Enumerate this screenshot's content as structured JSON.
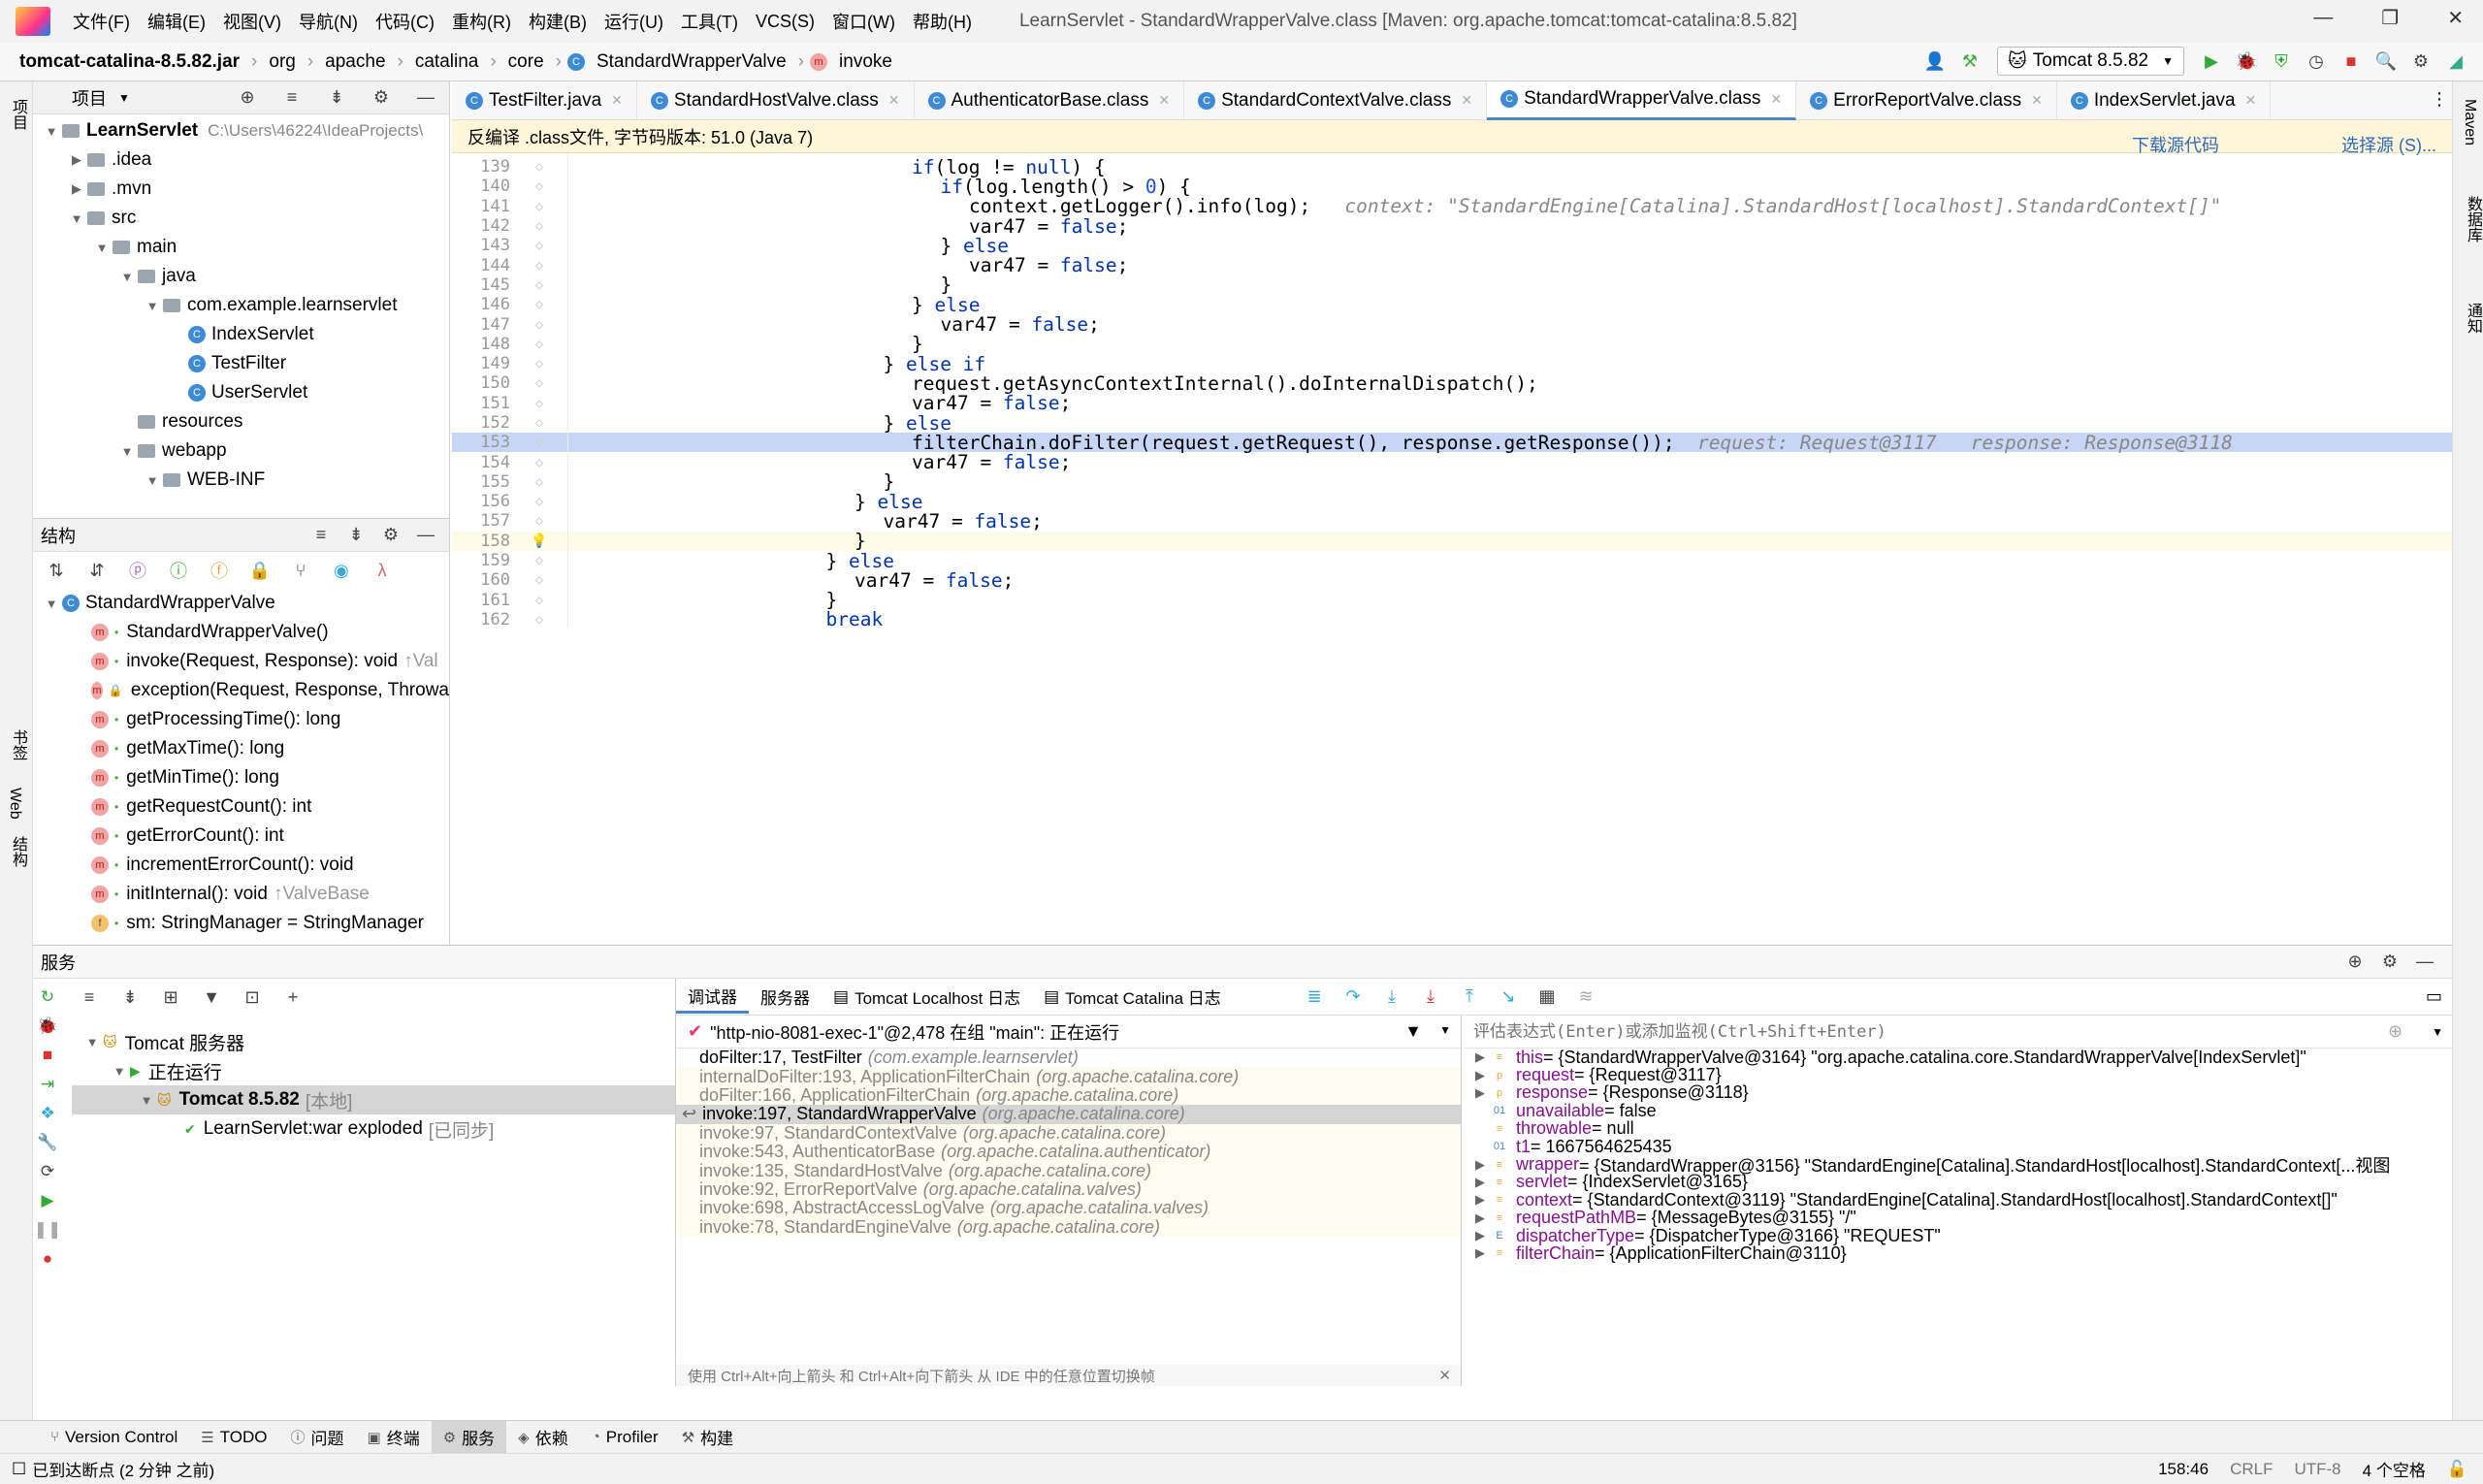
{
  "menu": [
    "文件(F)",
    "编辑(E)",
    "视图(V)",
    "导航(N)",
    "代码(C)",
    "重构(R)",
    "构建(B)",
    "运行(U)",
    "工具(T)",
    "VCS(S)",
    "窗口(W)",
    "帮助(H)"
  ],
  "window_title": "LearnServlet - StandardWrapperValve.class [Maven: org.apache.tomcat:tomcat-catalina:8.5.82]",
  "breadcrumb": [
    "tomcat-catalina-8.5.82.jar",
    "org",
    "apache",
    "catalina",
    "core",
    "StandardWrapperValve",
    "invoke"
  ],
  "run_config": "Tomcat 8.5.82",
  "project_panel": {
    "title": "项目",
    "rows": [
      {
        "indent": 0,
        "arrow": "▼",
        "label": "LearnServlet",
        "extra": "C:\\Users\\46224\\IdeaProjects\\",
        "bold": true,
        "icon": "folder"
      },
      {
        "indent": 1,
        "arrow": "▶",
        "label": ".idea",
        "icon": "folder"
      },
      {
        "indent": 1,
        "arrow": "▶",
        "label": ".mvn",
        "icon": "folder"
      },
      {
        "indent": 1,
        "arrow": "▼",
        "label": "src",
        "icon": "folder"
      },
      {
        "indent": 2,
        "arrow": "▼",
        "label": "main",
        "icon": "folder"
      },
      {
        "indent": 3,
        "arrow": "▼",
        "label": "java",
        "icon": "folder"
      },
      {
        "indent": 4,
        "arrow": "▼",
        "label": "com.example.learnservlet",
        "icon": "folder"
      },
      {
        "indent": 5,
        "arrow": "",
        "label": "IndexServlet",
        "icon": "class"
      },
      {
        "indent": 5,
        "arrow": "",
        "label": "TestFilter",
        "icon": "class"
      },
      {
        "indent": 5,
        "arrow": "",
        "label": "UserServlet",
        "icon": "class"
      },
      {
        "indent": 3,
        "arrow": "",
        "label": "resources",
        "icon": "folder"
      },
      {
        "indent": 3,
        "arrow": "▼",
        "label": "webapp",
        "icon": "folder"
      },
      {
        "indent": 4,
        "arrow": "▼",
        "label": "WEB-INF",
        "icon": "folder"
      }
    ]
  },
  "structure_panel": {
    "title": "结构",
    "root": "StandardWrapperValve",
    "items": [
      {
        "name": "StandardWrapperValve()",
        "extra": ""
      },
      {
        "name": "invoke(Request, Response): void",
        "extra": "↑Val"
      },
      {
        "name": "exception(Request, Response, Throwa",
        "extra": ""
      },
      {
        "name": "getProcessingTime(): long",
        "extra": ""
      },
      {
        "name": "getMaxTime(): long",
        "extra": ""
      },
      {
        "name": "getMinTime(): long",
        "extra": ""
      },
      {
        "name": "getRequestCount(): int",
        "extra": ""
      },
      {
        "name": "getErrorCount(): int",
        "extra": ""
      },
      {
        "name": "incrementErrorCount(): void",
        "extra": ""
      },
      {
        "name": "initInternal(): void",
        "extra": "↑ValveBase"
      },
      {
        "name": "sm: StringManager = StringManager",
        "extra": ""
      }
    ]
  },
  "editor_tabs": [
    {
      "label": "TestFilter.java",
      "active": false
    },
    {
      "label": "StandardHostValve.class",
      "active": false
    },
    {
      "label": "AuthenticatorBase.class",
      "active": false
    },
    {
      "label": "StandardContextValve.class",
      "active": false
    },
    {
      "label": "StandardWrapperValve.class",
      "active": true
    },
    {
      "label": "ErrorReportValve.class",
      "active": false
    },
    {
      "label": "IndexServlet.java",
      "active": false
    }
  ],
  "decompile_banner": {
    "text": "反编译 .class文件, 字节码版本: 51.0 (Java 7)",
    "download": "下载源代码",
    "choose": "选择源 (S)..."
  },
  "code_lines": [
    {
      "n": "139",
      "indent": 12,
      "tokens": [
        [
          "kw",
          "if"
        ],
        [
          "",
          "(log != "
        ],
        [
          "kw",
          "null"
        ],
        [
          "",
          ") {"
        ]
      ]
    },
    {
      "n": "140",
      "indent": 13,
      "tokens": [
        [
          "kw",
          "if"
        ],
        [
          "",
          "(log.length() > "
        ],
        [
          "num",
          "0"
        ],
        [
          "",
          ") {"
        ]
      ]
    },
    {
      "n": "141",
      "indent": 14,
      "tokens": [
        [
          "",
          "context.getLogger().info(log);   "
        ],
        [
          "hint",
          "context: \"StandardEngine[Catalina].StandardHost[localhost].StandardContext[]\""
        ]
      ]
    },
    {
      "n": "142",
      "indent": 14,
      "tokens": [
        [
          "",
          "var47 = "
        ],
        [
          "kw",
          "false"
        ],
        [
          "",
          ";"
        ]
      ]
    },
    {
      "n": "143",
      "indent": 13,
      "tokens": [
        [
          "",
          "} "
        ],
        [
          "kw",
          "else"
        ],
        [
          "",
          ""
        ]
      ]
    },
    {
      "n": "144",
      "indent": 14,
      "tokens": [
        [
          "",
          "var47 = "
        ],
        [
          "kw",
          "false"
        ],
        [
          "",
          ";"
        ]
      ]
    },
    {
      "n": "145",
      "indent": 13,
      "tokens": [
        [
          "",
          "}"
        ]
      ]
    },
    {
      "n": "146",
      "indent": 12,
      "tokens": [
        [
          "",
          "} "
        ],
        [
          "kw",
          "else"
        ],
        [
          "",
          ""
        ]
      ]
    },
    {
      "n": "147",
      "indent": 13,
      "tokens": [
        [
          "",
          "var47 = "
        ],
        [
          "kw",
          "false"
        ],
        [
          "",
          ";"
        ]
      ]
    },
    {
      "n": "148",
      "indent": 12,
      "tokens": [
        [
          "",
          "}"
        ]
      ]
    },
    {
      "n": "149",
      "indent": 11,
      "tokens": [
        [
          "",
          "} "
        ],
        [
          "kw",
          "else if"
        ],
        [
          "",
          ""
        ]
      ]
    },
    {
      "n": "150",
      "indent": 12,
      "tokens": [
        [
          "",
          "request.getAsyncContextInternal().doInternalDispatch();"
        ]
      ]
    },
    {
      "n": "151",
      "indent": 12,
      "tokens": [
        [
          "",
          "var47 = "
        ],
        [
          "kw",
          "false"
        ],
        [
          "",
          ";"
        ]
      ]
    },
    {
      "n": "152",
      "indent": 11,
      "tokens": [
        [
          "",
          "} "
        ],
        [
          "kw",
          "else"
        ],
        [
          "",
          ""
        ]
      ]
    },
    {
      "n": "153",
      "indent": 12,
      "hl": true,
      "tokens": [
        [
          "",
          "filterChain.doFilter(request.getRequest(), response.getResponse());  "
        ],
        [
          "hint",
          "request: Request@3117   response: Response@3118"
        ]
      ]
    },
    {
      "n": "154",
      "indent": 12,
      "tokens": [
        [
          "",
          "var47 = "
        ],
        [
          "kw",
          "false"
        ],
        [
          "",
          ";"
        ]
      ]
    },
    {
      "n": "155",
      "indent": 11,
      "tokens": [
        [
          "",
          "}"
        ]
      ]
    },
    {
      "n": "156",
      "indent": 10,
      "tokens": [
        [
          "",
          "} "
        ],
        [
          "kw",
          "else"
        ],
        [
          "",
          ""
        ]
      ]
    },
    {
      "n": "157",
      "indent": 11,
      "tokens": [
        [
          "",
          "var47 = "
        ],
        [
          "kw",
          "false"
        ],
        [
          "",
          ";"
        ]
      ]
    },
    {
      "n": "158",
      "indent": 10,
      "cur": true,
      "tokens": [
        [
          "",
          "}"
        ]
      ]
    },
    {
      "n": "159",
      "indent": 9,
      "tokens": [
        [
          "",
          "} "
        ],
        [
          "kw",
          "else"
        ],
        [
          "",
          ""
        ]
      ]
    },
    {
      "n": "160",
      "indent": 10,
      "tokens": [
        [
          "",
          "var47 = "
        ],
        [
          "kw",
          "false"
        ],
        [
          "",
          ";"
        ]
      ]
    },
    {
      "n": "161",
      "indent": 9,
      "tokens": [
        [
          "",
          "}"
        ]
      ]
    },
    {
      "n": "162",
      "indent": 9,
      "tokens": [
        [
          "kw",
          "break"
        ],
        [
          "",
          ""
        ]
      ]
    }
  ],
  "services": {
    "title": "服务",
    "tree": [
      {
        "indent": 0,
        "arrow": "▼",
        "label": "Tomcat 服务器",
        "extra": ""
      },
      {
        "indent": 1,
        "arrow": "▼",
        "label": "正在运行",
        "extra": ""
      },
      {
        "indent": 2,
        "arrow": "▼",
        "label": "Tomcat 8.5.82",
        "extra": "[本地]",
        "selected": true
      },
      {
        "indent": 3,
        "arrow": "",
        "label": "LearnServlet:war exploded",
        "extra": "[已同步]"
      }
    ]
  },
  "debug_tabs": [
    "调试器",
    "服务器",
    "Tomcat Localhost 日志",
    "Tomcat Catalina 日志"
  ],
  "thread": "\"http-nio-8081-exec-1\"@2,478 在组 \"main\": 正在运行",
  "eval_placeholder": "评估表达式(Enter)或添加监视(Ctrl+Shift+Enter)",
  "frames": [
    {
      "m": "doFilter:17, TestFilter",
      "p": "(com.example.learnservlet)",
      "dim": false
    },
    {
      "m": "internalDoFilter:193, ApplicationFilterChain",
      "p": "(org.apache.catalina.core)",
      "dim": true
    },
    {
      "m": "doFilter:166, ApplicationFilterChain",
      "p": "(org.apache.catalina.core)",
      "dim": true
    },
    {
      "m": "invoke:197, StandardWrapperValve",
      "p": "(org.apache.catalina.core)",
      "sel": true
    },
    {
      "m": "invoke:97, StandardContextValve",
      "p": "(org.apache.catalina.core)",
      "dim": true
    },
    {
      "m": "invoke:543, AuthenticatorBase",
      "p": "(org.apache.catalina.authenticator)",
      "dim": true
    },
    {
      "m": "invoke:135, StandardHostValve",
      "p": "(org.apache.catalina.core)",
      "dim": true
    },
    {
      "m": "invoke:92, ErrorReportValve",
      "p": "(org.apache.catalina.valves)",
      "dim": true
    },
    {
      "m": "invoke:698, AbstractAccessLogValve",
      "p": "(org.apache.catalina.valves)",
      "dim": true
    },
    {
      "m": "invoke:78, StandardEngineValve",
      "p": "(org.apache.catalina.core)",
      "dim": true
    }
  ],
  "frames_hint": "使用 Ctrl+Alt+向上箭头 和 Ctrl+Alt+向下箭头 从 IDE 中的任意位置切换帧",
  "variables": [
    {
      "arrow": "▶",
      "icon": "≡",
      "ic": "#e8a33d",
      "name": "this",
      "val": " = {StandardWrapperValve@3164} \"org.apache.catalina.core.StandardWrapperValve[IndexServlet]\""
    },
    {
      "arrow": "▶",
      "icon": "p",
      "ic": "#e8a33d",
      "name": "request",
      "val": " = {Request@3117}"
    },
    {
      "arrow": "▶",
      "icon": "p",
      "ic": "#e8a33d",
      "name": "response",
      "val": " = {Response@3118}"
    },
    {
      "arrow": "",
      "icon": "01",
      "ic": "#4a86c8",
      "name": "unavailable",
      "val": " = false"
    },
    {
      "arrow": "",
      "icon": "≡",
      "ic": "#e8a33d",
      "name": "throwable",
      "val": " = null"
    },
    {
      "arrow": "",
      "icon": "01",
      "ic": "#4a86c8",
      "name": "t1",
      "val": " = 1667564625435"
    },
    {
      "arrow": "▶",
      "icon": "≡",
      "ic": "#e8a33d",
      "name": "wrapper",
      "val": " = {StandardWrapper@3156} \"StandardEngine[Catalina].StandardHost[localhost].StandardContext[...视图"
    },
    {
      "arrow": "▶",
      "icon": "≡",
      "ic": "#e8a33d",
      "name": "servlet",
      "val": " = {IndexServlet@3165}"
    },
    {
      "arrow": "▶",
      "icon": "≡",
      "ic": "#e8a33d",
      "name": "context",
      "val": " = {StandardContext@3119} \"StandardEngine[Catalina].StandardHost[localhost].StandardContext[]\""
    },
    {
      "arrow": "▶",
      "icon": "≡",
      "ic": "#e8a33d",
      "name": "requestPathMB",
      "val": " = {MessageBytes@3155} \"/\""
    },
    {
      "arrow": "▶",
      "icon": "E",
      "ic": "#4a86c8",
      "name": "dispatcherType",
      "val": " = {DispatcherType@3166} \"REQUEST\""
    },
    {
      "arrow": "▶",
      "icon": "≡",
      "ic": "#e8a33d",
      "name": "filterChain",
      "val": " = {ApplicationFilterChain@3110}"
    }
  ],
  "bottom_tabs": [
    "Version Control",
    "TODO",
    "问题",
    "终端",
    "服务",
    "依赖",
    "Profiler",
    "构建"
  ],
  "status": {
    "left": "已到达断点 (2 分钟 之前)",
    "pos": "158:46",
    "crlf": "CRLF",
    "enc": "UTF-8",
    "indent": "4 个空格"
  },
  "left_strip": [
    "项目",
    "书签",
    "Web",
    "结构"
  ],
  "right_strip": [
    "Maven",
    "数据库",
    "通知"
  ]
}
